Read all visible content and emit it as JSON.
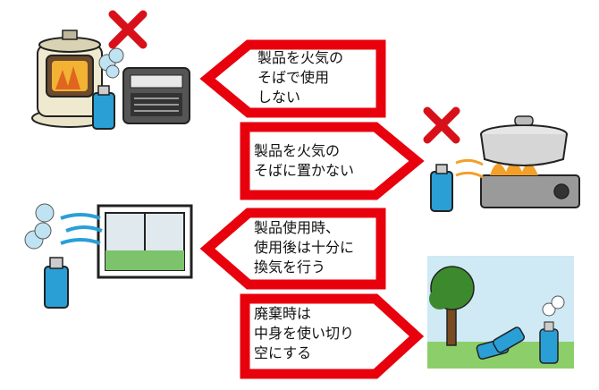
{
  "colors": {
    "arrow_border": "#e8000d",
    "text": "#111111",
    "can_blue": "#2a9fd6",
    "prohibited_mark": "#d8101a"
  },
  "instructions": [
    {
      "text": "製品を火気の\nそばで使用\nしない",
      "direction": "left"
    },
    {
      "text": "製品を火気の\nそばに置かない",
      "direction": "right"
    },
    {
      "text": "製品使用時、\n使用後は十分に\n換気を行う",
      "direction": "left"
    },
    {
      "text": "廃棄時は\n中身を使い切り\n空にする",
      "direction": "right"
    }
  ],
  "illustrations": [
    {
      "icon": "heater-near-spray-icon",
      "mark": "prohibited-x"
    },
    {
      "icon": "stove-near-spray-icon",
      "mark": "prohibited-x"
    },
    {
      "icon": "ventilating-window-spray-icon"
    },
    {
      "icon": "emptying-spray-cans-outdoors-icon"
    }
  ]
}
